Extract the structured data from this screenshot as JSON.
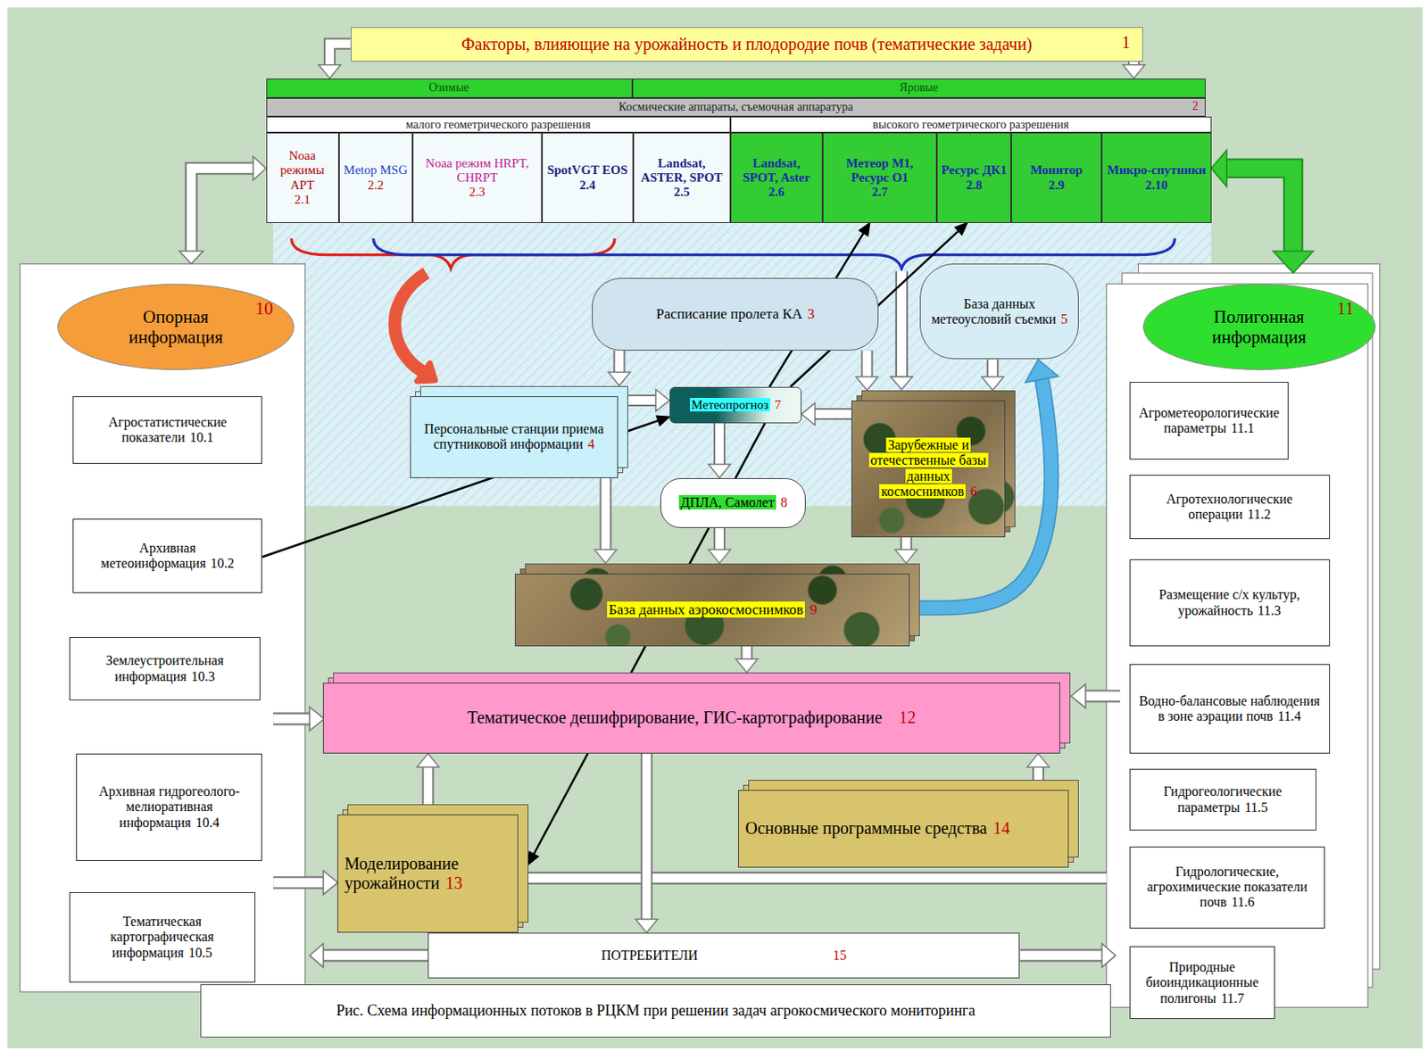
{
  "diagram": {
    "nodes": [
      {
        "text": [
          "Факторы, влияющие на урожайность и плодородие почв (тематические задачи)",
          "1"
        ]
      },
      {
        "text": [
          "Озимые"
        ]
      },
      {
        "text": [
          "Яровые"
        ]
      },
      {
        "text": [
          "Космические аппараты, съемочная аппаратура",
          "2"
        ]
      },
      {
        "text": [
          "малого геометрического разрешения"
        ]
      },
      {
        "text": [
          "высокого геометрического разрешения"
        ]
      },
      {
        "text": [
          "Noaa режимы APT",
          "2.1"
        ]
      },
      {
        "text": [
          "Metop MSG",
          "2.2"
        ]
      },
      {
        "text": [
          "Noaa режим HRPT, CHRPT",
          "2.3"
        ]
      },
      {
        "text": [
          "SpotVGT EOS",
          "2.4"
        ]
      },
      {
        "text": [
          "Landsat, ASTER, SPOT",
          "2.5"
        ]
      },
      {
        "text": [
          "Landsat, SPOT, Aster",
          "2.6"
        ]
      },
      {
        "text": [
          "Метеор М1, Ресурс О1",
          "2.7"
        ]
      },
      {
        "text": [
          "Ресурс ДК1",
          "2.8"
        ]
      },
      {
        "text": [
          "Монитор",
          "2.9"
        ]
      },
      {
        "text": [
          "Микро-спутники",
          "2.10"
        ]
      },
      {
        "text": [
          "Расписание пролета КА",
          "3"
        ]
      },
      {
        "text": [
          "База данных метеоусловий съемки",
          "5"
        ]
      },
      {
        "text": [
          "Персональные станции приема спутниковой информации",
          "4"
        ]
      },
      {
        "text": [
          "Метеопрогноз",
          "7"
        ]
      },
      {
        "text": [
          "Зарубежные и отечественные базы данных космоснимков",
          "6"
        ]
      },
      {
        "text": [
          "ДПЛА, Самолет",
          "8"
        ]
      },
      {
        "text": [
          "База данных аэрокосмоснимков",
          "9"
        ]
      },
      {
        "text": [
          "Тематическое дешифрирование, ГИС-картографирование",
          "12"
        ]
      },
      {
        "text": [
          "Моделирование урожайности",
          "13"
        ]
      },
      {
        "text": [
          "Основные программные средства",
          "14"
        ]
      },
      {
        "text": [
          "ПОТРЕБИТЕЛИ",
          "15"
        ]
      },
      {
        "text": [
          "Опорная информация",
          "10"
        ]
      },
      {
        "text": [
          "Агростатистические показатели",
          "10.1"
        ]
      },
      {
        "text": [
          "Архивная метеоинформация",
          "10.2"
        ]
      },
      {
        "text": [
          "Землеустроительная информация",
          "10.3"
        ]
      },
      {
        "text": [
          "Архивная гидрогеолого-мелиоративная информация",
          "10.4"
        ]
      },
      {
        "text": [
          "Тематическая картографическая информация",
          "10.5"
        ]
      },
      {
        "text": [
          "Полигонная информация",
          "11"
        ]
      },
      {
        "text": [
          "Агрометеорологические параметры",
          "11.1"
        ]
      },
      {
        "text": [
          "Агротехнологические операции",
          "11.2"
        ]
      },
      {
        "text": [
          "Размещение с/х культур, урожайность",
          "11.3"
        ]
      },
      {
        "text": [
          "Водно-балансовые наблюдения в зоне аэрации почв",
          "11.4"
        ]
      },
      {
        "text": [
          "Гидрогеологические параметры",
          "11.5"
        ]
      },
      {
        "text": [
          "Гидрологические, агрохимические показатели почв",
          "11.6"
        ]
      },
      {
        "text": [
          "Природные биоиндикационные полигоны",
          "11.7"
        ]
      }
    ],
    "edges": [
      {
        "from": 0,
        "to": 1,
        "arrow": "to"
      },
      {
        "from": 0,
        "to": 2,
        "arrow": "to"
      },
      {
        "from": 16,
        "to": 18,
        "arrow": "to"
      },
      {
        "from": 18,
        "to": 19,
        "arrow": "to"
      },
      {
        "from": 20,
        "to": 19,
        "arrow": "to"
      },
      {
        "from": 16,
        "to": 20,
        "arrow": "to"
      },
      {
        "from": 17,
        "to": 20,
        "arrow": "to"
      },
      {
        "from": 19,
        "to": 21,
        "arrow": "to"
      },
      {
        "from": 21,
        "to": 22,
        "arrow": "to"
      },
      {
        "from": 18,
        "to": 22,
        "arrow": "to"
      },
      {
        "from": 20,
        "to": 22,
        "arrow": "to"
      },
      {
        "from": 22,
        "to": 17,
        "arrow": "to"
      },
      {
        "from": 22,
        "to": 23,
        "arrow": "to"
      },
      {
        "from": 24,
        "to": 23,
        "arrow": "to"
      },
      {
        "from": 25,
        "to": 23,
        "arrow": "to"
      },
      {
        "from": 23,
        "to": 26,
        "arrow": "to"
      },
      {
        "from": 19,
        "to": 12,
        "arrow": "to"
      },
      {
        "from": 19,
        "to": 13,
        "arrow": "to"
      },
      {
        "from": 29,
        "to": 19,
        "arrow": "to"
      },
      {
        "from": 19,
        "to": 24,
        "arrow": "to"
      }
    ],
    "caption": "Рис. Схема информационных потоков в РЦКМ при решении задач агрокосмического мониторинга"
  }
}
